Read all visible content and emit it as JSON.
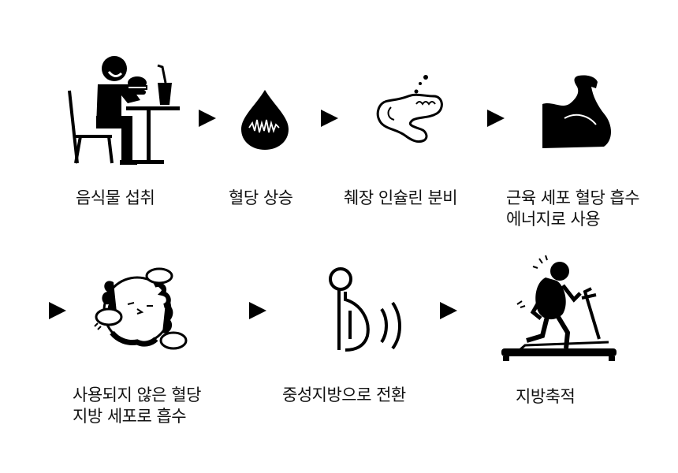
{
  "steps": [
    {
      "label_lines": [
        "음식물 섭취"
      ],
      "icon": "person-eating-icon"
    },
    {
      "label_lines": [
        "혈당 상승"
      ],
      "icon": "blood-drop-icon"
    },
    {
      "label_lines": [
        "췌장 인슐린 분비"
      ],
      "icon": "pancreas-icon"
    },
    {
      "label_lines": [
        "근육 세포 혈당 흡수",
        "에너지로 사용"
      ],
      "icon": "muscle-arm-icon"
    },
    {
      "label_lines": [
        "사용되지 않은 혈당",
        "지방 세포로 흡수"
      ],
      "icon": "fat-cell-icon"
    },
    {
      "label_lines": [
        "중성지방으로 전환"
      ],
      "icon": "belly-fat-icon"
    },
    {
      "label_lines": [
        "지방축적"
      ],
      "icon": "person-treadmill-icon"
    }
  ],
  "colors": {
    "ink": "#000000",
    "background": "#ffffff"
  }
}
